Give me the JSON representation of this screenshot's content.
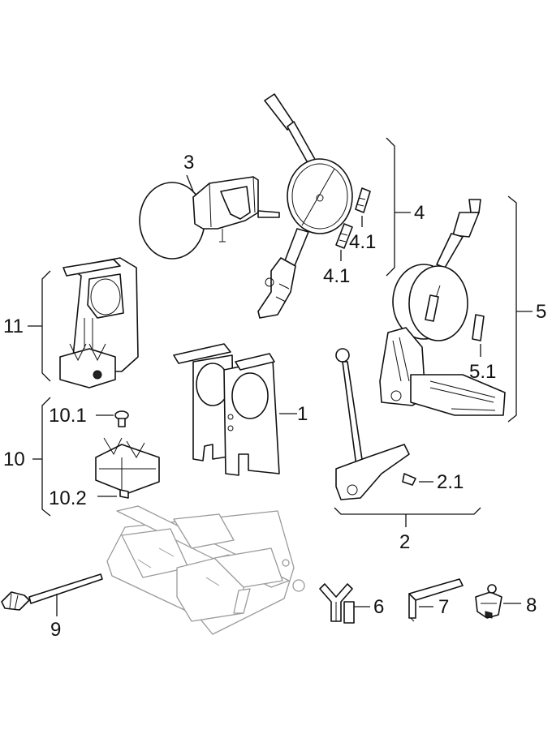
{
  "figure": {
    "labels": {
      "l1": "1",
      "l2": "2",
      "l2_1": "2.1",
      "l3": "3",
      "l4": "4",
      "l4_1a": "4.1",
      "l4_1b": "4.1",
      "l5": "5",
      "l5_1": "5.1",
      "l6": "6",
      "l7": "7",
      "l8": "8",
      "l9": "9",
      "l10": "10",
      "l10_1": "10.1",
      "l10_2": "10.2",
      "l11": "11"
    }
  },
  "colors": {
    "line": "#111111",
    "ghost": "#9a9a9a",
    "background": "#ffffff"
  }
}
